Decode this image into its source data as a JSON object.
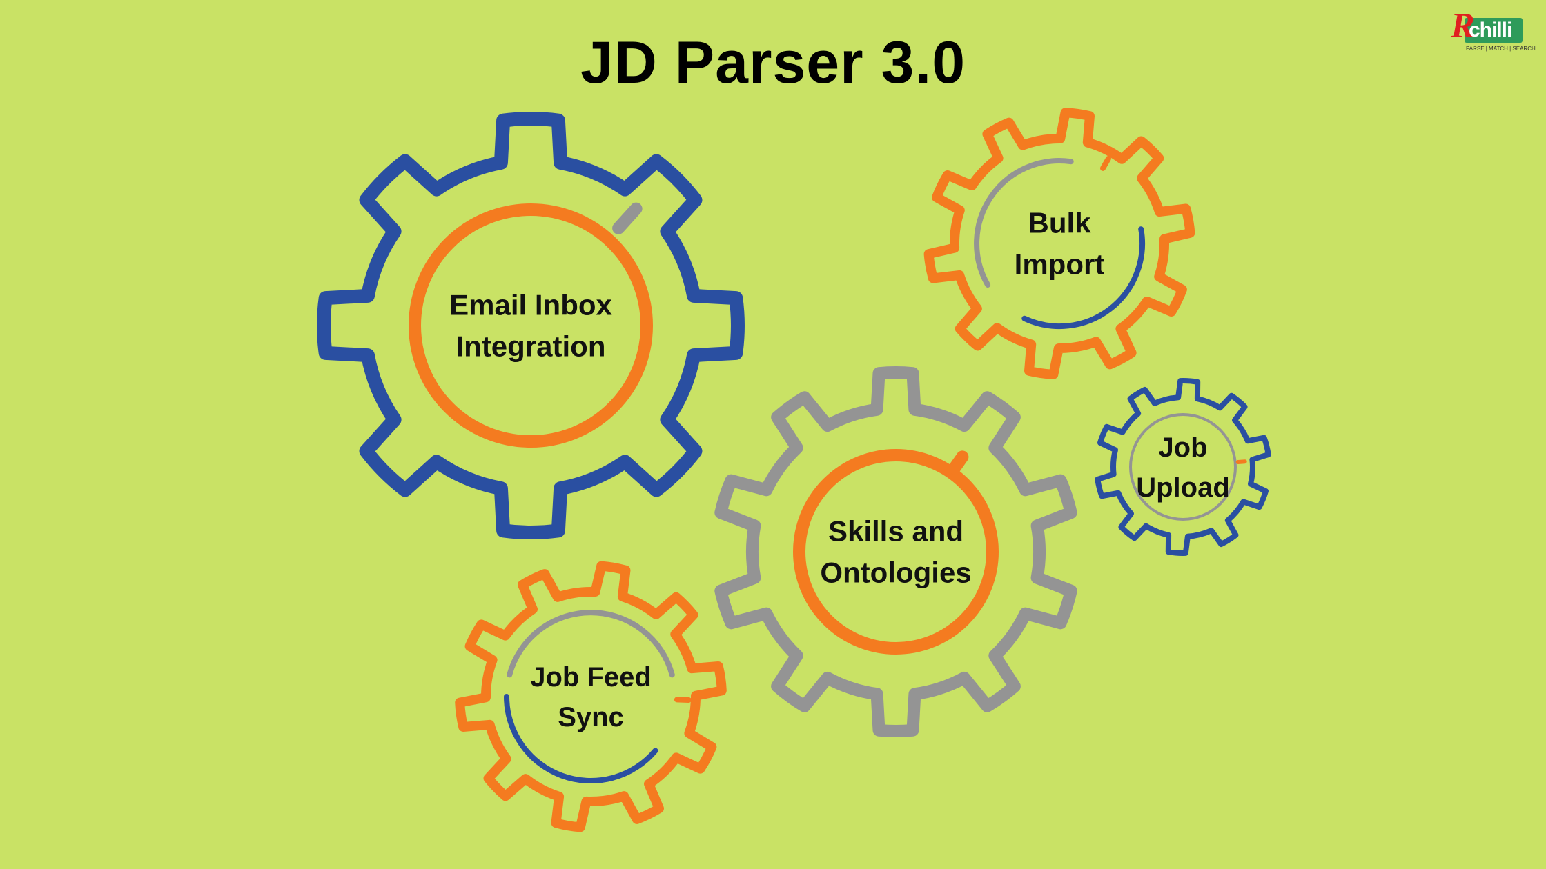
{
  "title": "JD Parser 3.0",
  "logo": {
    "letter": "R",
    "word": "chilli",
    "tagline": "PARSE | MATCH | SEARCH"
  },
  "colors": {
    "background": "#c9e265",
    "blue": "#2a4fa1",
    "orange": "#f47b20",
    "gray": "#949494"
  },
  "gears": [
    {
      "id": "email",
      "lines": [
        "Email Inbox",
        "Integration"
      ],
      "outline": "blue",
      "ring": "orange",
      "ring_style": "full",
      "tick": "gray"
    },
    {
      "id": "bulk",
      "lines": [
        "Bulk",
        "Import"
      ],
      "outline": "orange",
      "ring": "gray-blue",
      "ring_style": "split",
      "tick": "orange"
    },
    {
      "id": "skills",
      "lines": [
        "Skills and",
        "Ontologies"
      ],
      "outline": "gray",
      "ring": "orange",
      "ring_style": "full",
      "tick": "orange"
    },
    {
      "id": "job-upload",
      "lines": [
        "Job",
        "Upload"
      ],
      "outline": "blue",
      "ring": "gray",
      "ring_style": "full",
      "tick": "orange"
    },
    {
      "id": "job-feed",
      "lines": [
        "Job Feed",
        "Sync"
      ],
      "outline": "orange",
      "ring": "gray-blue",
      "ring_style": "split",
      "tick": "orange"
    }
  ]
}
